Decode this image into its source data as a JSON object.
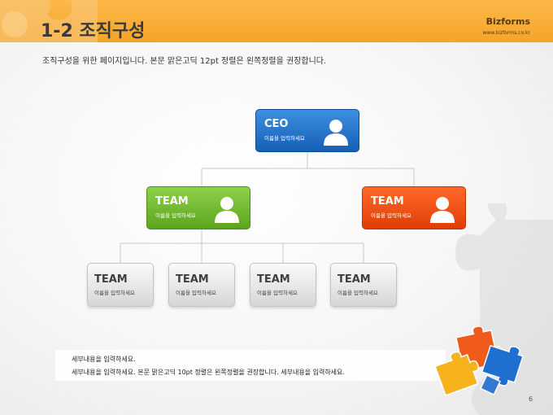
{
  "header": {
    "title": "1-2 조직구성",
    "brand": "Bizforms",
    "brand_url": "www.bizforms.co.kr"
  },
  "subtitle": "조직구성을 위한 페이지입니다. 본문 맑은고딕 12pt 정렬은 왼쪽정렬을 권장합니다.",
  "org": {
    "ceo": {
      "title": "CEO",
      "name": "이름을 입력하세요"
    },
    "team_left": {
      "title": "TEAM",
      "name": "이름을 입력하세요"
    },
    "team_right": {
      "title": "TEAM",
      "name": "이름을 입력하세요"
    },
    "sub_teams": [
      {
        "title": "TEAM",
        "name": "이름을 입력하세요"
      },
      {
        "title": "TEAM",
        "name": "이름을 입력하세요"
      },
      {
        "title": "TEAM",
        "name": "이름을 입력하세요"
      },
      {
        "title": "TEAM",
        "name": "이름을 입력하세요"
      }
    ]
  },
  "note": {
    "line1": "세부내용을 입력하세요.",
    "line2": "세부내용을 입력하세요. 본문 맑은고딕 10pt 정렬은 왼쪽정렬을 권장합니다. 세부내용을 입력하세요."
  },
  "page_number": "6",
  "colors": {
    "header": "#f6a428",
    "ceo": "#1f6fc8",
    "team_green": "#6cbb2a",
    "team_red": "#f04a0f",
    "gray": "#e6e6e6"
  },
  "icons": [
    "person-icon",
    "puzzle-icon"
  ]
}
